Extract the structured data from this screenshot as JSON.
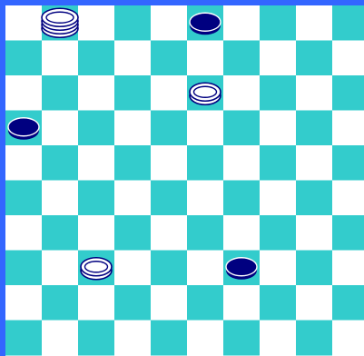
{
  "game": "checkers",
  "colors": {
    "dark_square": "#33cccc",
    "light_square": "#ffffff",
    "frame": "#3366ff",
    "white_piece_fill": "#ffffff",
    "black_piece_fill": "#000080",
    "piece_outline": "#000080"
  },
  "board": {
    "columns": 10,
    "rows": 10,
    "top_left_square": "light"
  },
  "pieces": [
    {
      "id": "w1",
      "color": "white",
      "type": "stacked",
      "stack_count": 4,
      "col": 1,
      "row": 0
    },
    {
      "id": "b1",
      "color": "black",
      "type": "man",
      "col": 5,
      "row": 0
    },
    {
      "id": "w2",
      "color": "white",
      "type": "king",
      "col": 5,
      "row": 2
    },
    {
      "id": "b2",
      "color": "black",
      "type": "man",
      "col": 0,
      "row": 3
    },
    {
      "id": "w3",
      "color": "white",
      "type": "king",
      "col": 2,
      "row": 7
    },
    {
      "id": "b3",
      "color": "black",
      "type": "man",
      "col": 6,
      "row": 7
    }
  ]
}
